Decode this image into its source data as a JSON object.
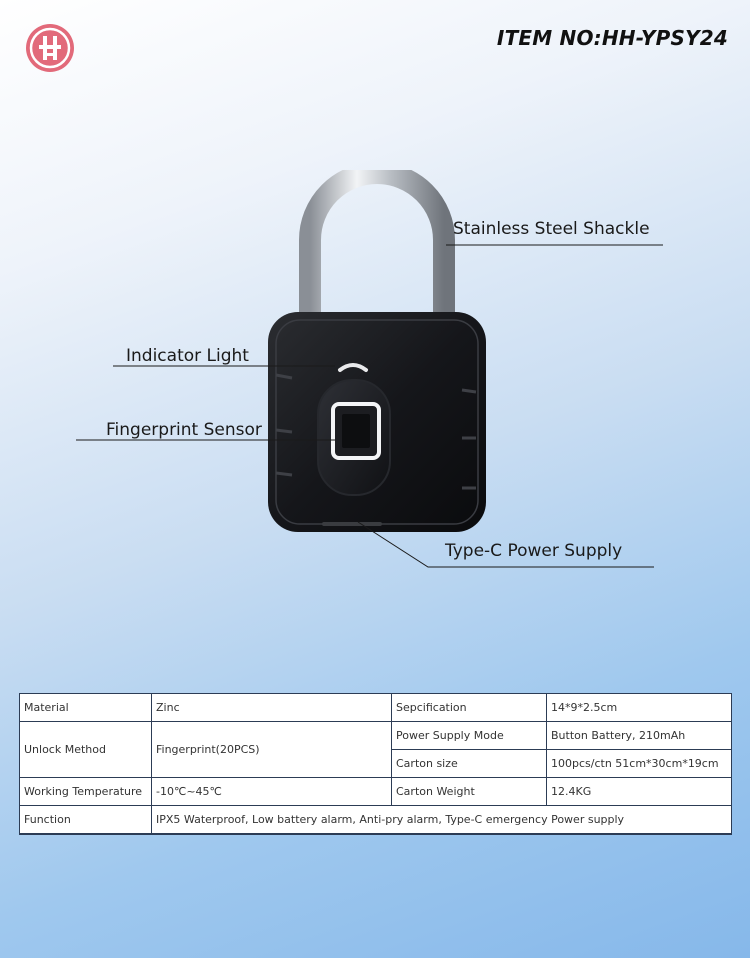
{
  "header": {
    "item_no": "ITEM NO:HH-YPSY24",
    "brand_color": "#e26a7a"
  },
  "callouts": {
    "shackle": "Stainless Steel Shackle",
    "indicator": "Indicator Light",
    "fingerprint": "Fingerprint Sensor",
    "typec": "Type-C Power Supply"
  },
  "specs": {
    "material_label": "Material",
    "material_value": "Zinc",
    "specification_label": "Sepcification",
    "specification_value": "14*9*2.5cm",
    "unlock_label": "Unlock Method",
    "unlock_value": "Fingerprint(20PCS)",
    "power_label": "Power Supply Mode",
    "power_value": "Button Battery, 210mAh",
    "carton_size_label": "Carton size",
    "carton_size_value": "100pcs/ctn 51cm*30cm*19cm",
    "temp_label": "Working Temperature",
    "temp_value": "-10℃~45℃",
    "carton_weight_label": "Carton Weight",
    "carton_weight_value": "12.4KG",
    "function_label": "Function",
    "function_value": "IPX5 Waterproof, Low battery alarm, Anti-pry alarm, Type-C emergency Power supply"
  }
}
